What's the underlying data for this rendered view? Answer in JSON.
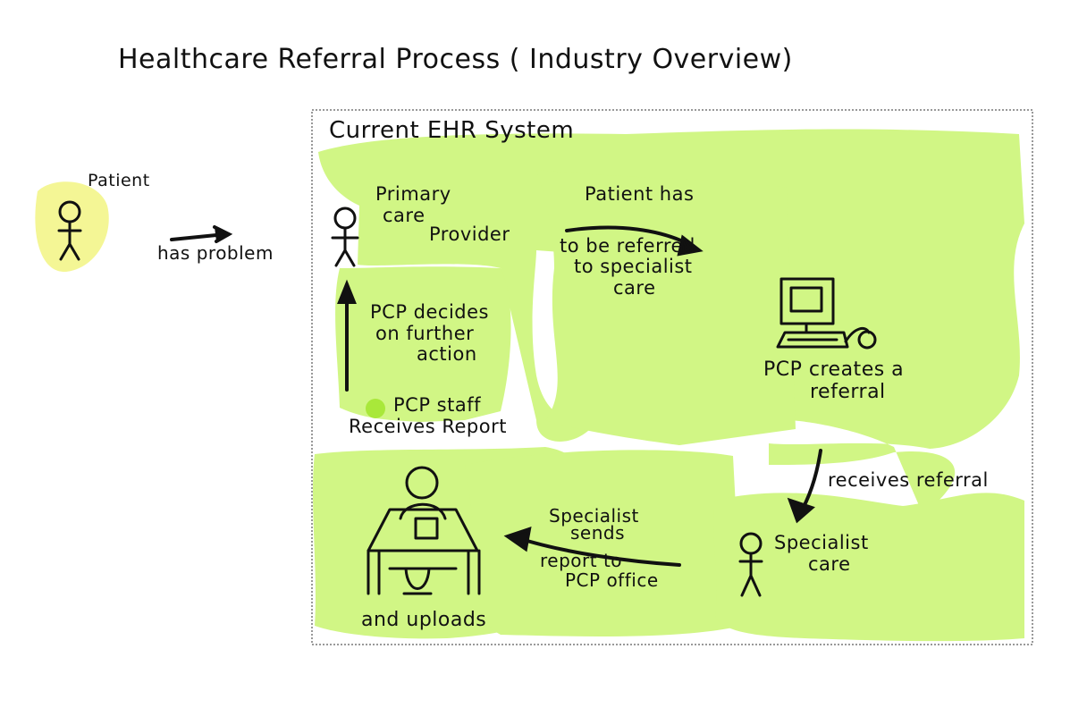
{
  "title": "Healthcare Referral Process ( Industry Overview)",
  "system_label": "Current EHR System",
  "patient": {
    "label": "Patient"
  },
  "edge_has_problem": "has problem",
  "pcp": {
    "lines": [
      "Primary",
      "care",
      "Provider"
    ]
  },
  "edge_referred": {
    "lines": [
      "Patient has",
      "to be referred",
      "to specialist",
      "care"
    ]
  },
  "pcp_creates": {
    "lines": [
      "PCP creates a",
      "referral"
    ]
  },
  "edge_receives_referral": "receives referral",
  "specialist": {
    "lines": [
      "Specialist",
      "care"
    ]
  },
  "edge_sends_report": {
    "lines": [
      "Specialist",
      "sends",
      "report to",
      "PCP office"
    ]
  },
  "staff_caption": "and uploads",
  "staff_receives": {
    "lines": [
      "PCP staff",
      "Receives Report"
    ]
  },
  "pcp_decides": {
    "lines": [
      "PCP decides",
      "on further",
      "action"
    ]
  },
  "colors": {
    "highlight_green": "#c9f56f",
    "highlight_yellow": "#f3f58a",
    "ink": "#111111",
    "dot_green": "#a9e83a"
  },
  "icons": [
    "stick-figure-icon",
    "computer-icon",
    "desk-worker-icon",
    "arrow-icon"
  ]
}
